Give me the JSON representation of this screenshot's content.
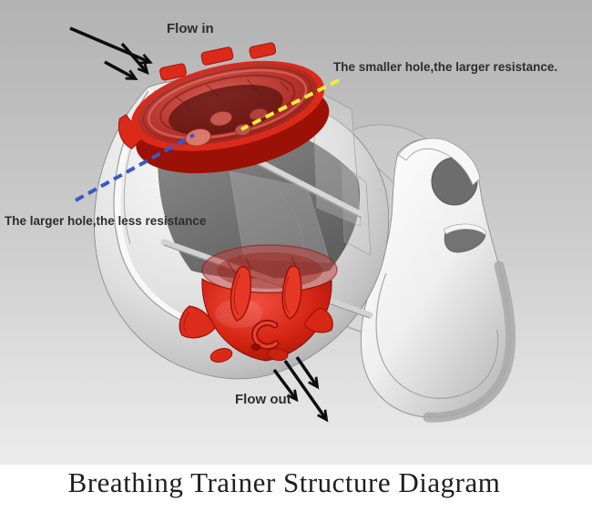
{
  "title": {
    "text": "Breathing Trainer Structure Diagram"
  },
  "annotations": {
    "flow_in": "Flow in",
    "flow_out": "Flow out",
    "smaller_hole": "The smaller hole,the larger resistance.",
    "larger_hole": "The larger hole,the less resistance"
  },
  "colors": {
    "arrow_black": "#0d0d0d",
    "leader_yellow": "#f1ee3c",
    "leader_blue": "#3a57c8",
    "device_red": "#dc2a1a",
    "device_red_dark": "#9c1105",
    "label_text": "#2d2d2d",
    "title_text": "#1f1f1f",
    "bg_top": "#b4b4b4",
    "bg_bottom": "#ececec",
    "footer_bg": "#ffffff"
  }
}
